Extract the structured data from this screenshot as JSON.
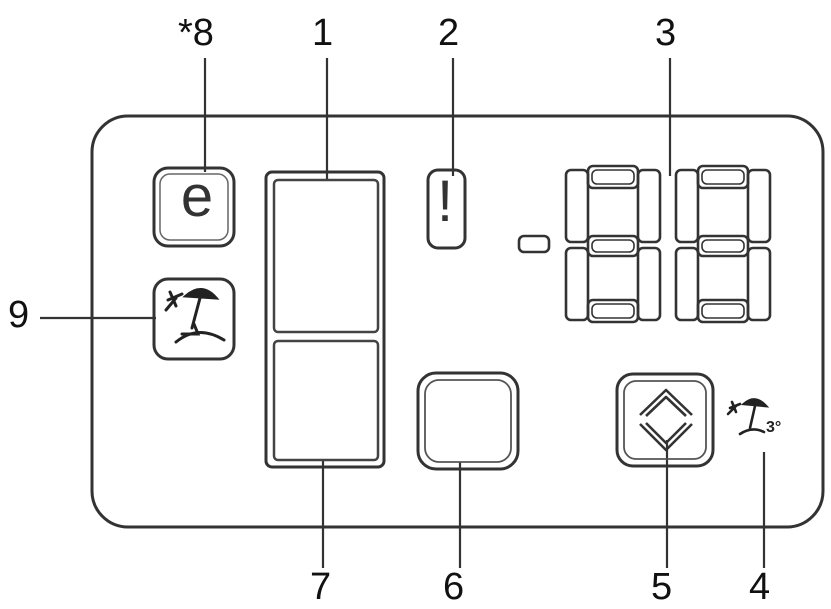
{
  "callouts": {
    "c8": "*8",
    "c1": "1",
    "c2": "2",
    "c3": "3",
    "c9": "9",
    "c7": "7",
    "c6": "6",
    "c5": "5",
    "c4": "4"
  },
  "panel": {
    "eco_letter": "e",
    "alarm_symbol": "!",
    "display_digit_count": 2,
    "display_minus_sign": true,
    "icons": [
      "eco-mode-icon",
      "holiday-mode-icon",
      "arrow-up-down-icon",
      "holiday-mode-3-icon"
    ]
  },
  "colors": {
    "stroke": "#333333",
    "background": "#ffffff"
  }
}
